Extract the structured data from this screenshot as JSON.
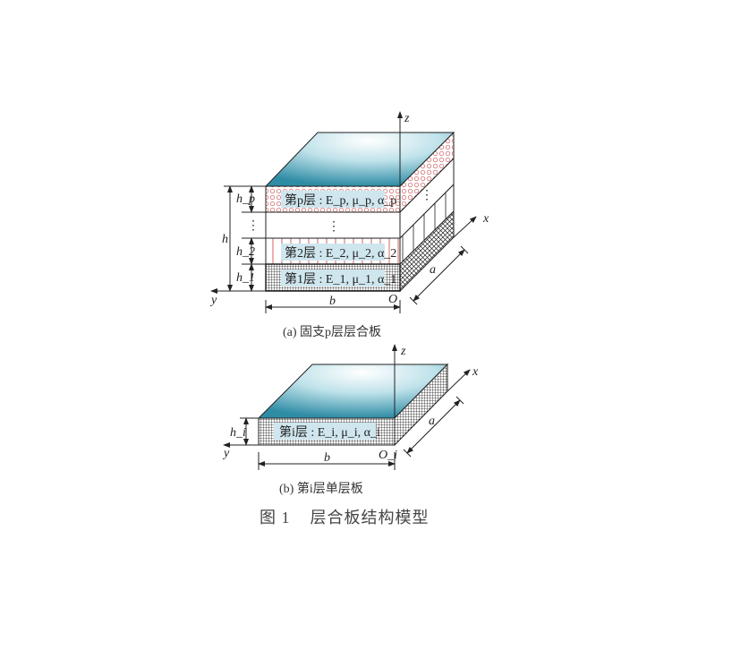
{
  "figure_a": {
    "caption": "(a) 固支p层层合板",
    "layers": [
      {
        "label": "第p层 : E_p, μ_p, α_p",
        "name": "第p层",
        "props": "E_p, μ_p, α_p",
        "thickness": "h_p"
      },
      {
        "label": "⋮",
        "thickness": "⋮"
      },
      {
        "label": "第2层 : E_2, μ_2, α_2",
        "name": "第2层",
        "props": "E_2, μ_2, α_2",
        "thickness": "h_2"
      },
      {
        "label": "第1层 : E_1, μ_1, α_1",
        "name": "第1层",
        "props": "E_1, μ_1, α_1",
        "thickness": "h_1"
      }
    ],
    "total_thickness": "h",
    "axes": {
      "x": "x",
      "y": "y",
      "z": "z",
      "origin": "O"
    },
    "dims": {
      "a": "a",
      "b": "b"
    },
    "side_dots": "⋮"
  },
  "figure_b": {
    "caption": "(b) 第i层单层板",
    "layer": {
      "label": "第i层 : E_i, μ_i, α_i",
      "thickness": "h_i"
    },
    "axes": {
      "x": "x",
      "y": "y",
      "z": "z",
      "origin": "O_i"
    },
    "dims": {
      "a": "a",
      "b": "b"
    }
  },
  "title": "图 1    层合板结构模型",
  "colors": {
    "top_face": "#4aa3b8",
    "layer_p_pattern": "#d98080",
    "layer_2_stripes": "#c94040",
    "label_bg": "#cfe6ee"
  }
}
